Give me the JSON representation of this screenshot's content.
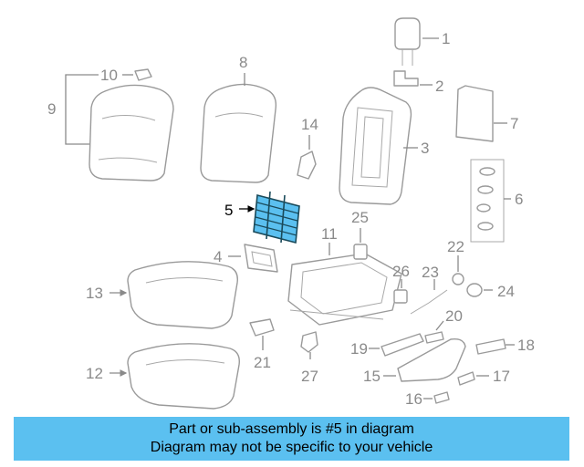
{
  "diagram": {
    "highlight_color": "#5bc0f0",
    "highlighted_part": "5",
    "callouts": [
      "1",
      "2",
      "3",
      "4",
      "5",
      "6",
      "7",
      "8",
      "9",
      "10",
      "11",
      "12",
      "13",
      "14",
      "15",
      "16",
      "17",
      "18",
      "19",
      "20",
      "21",
      "22",
      "23",
      "24",
      "25",
      "26",
      "27"
    ]
  },
  "banner": {
    "line1": "Part or sub-assembly is #5 in diagram",
    "line2": "Diagram may not be specific to your vehicle"
  }
}
